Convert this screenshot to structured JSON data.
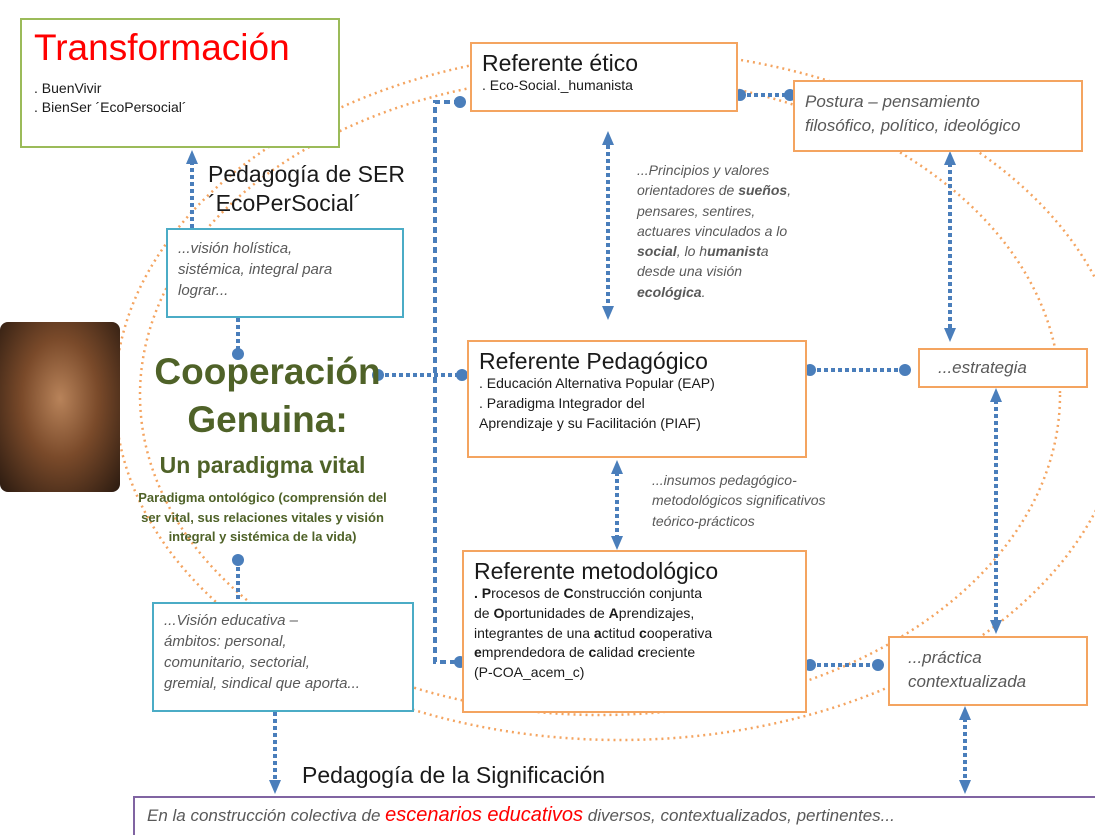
{
  "transformacion": {
    "title": "Transformación",
    "items": [
      ". BuenVivir",
      ". BienSer ´EcoPersocial´"
    ]
  },
  "pedagogia_ser": {
    "line1": "Pedagogía de SER",
    "line2": "´EcoPerSocial´"
  },
  "vision_holistica": {
    "lines": [
      "...visión holística,",
      "sistémica, integral para",
      "lograr..."
    ]
  },
  "cooperacion": {
    "line1": "Cooperación",
    "line2": "Genuina:",
    "subtitle": "Un paradigma vital",
    "desc_lines": [
      "Paradigma ontológico (comprensión del",
      "ser vital, sus relaciones vitales y visión",
      "integral y sistémica de la vida)"
    ]
  },
  "vision_educativa": {
    "lines": [
      "...Visión educativa –",
      "ámbitos: personal,",
      "comunitario, sectorial,",
      "gremial, sindical que aporta..."
    ]
  },
  "referente_etico": {
    "title": "Referente ético",
    "item": ". Eco-Social._humanista"
  },
  "postura": {
    "lines": [
      "Postura – pensamiento",
      "filosófico, político, ideológico"
    ]
  },
  "principios": {
    "l1": "...Principios y valores",
    "l2a": "orientadores de ",
    "l2b": "sueños",
    "l2c": ",",
    "l3": "pensares, sentires,",
    "l4": "actuares vinculados a lo",
    "l5a": "social",
    "l5b": ", lo h",
    "l5c": "umanist",
    "l5d": "a",
    "l6": "desde una visión",
    "l7a": "ecológica",
    "l7b": "."
  },
  "referente_pedagogico": {
    "title": "Referente Pedagógico",
    "items": [
      ". Educación Alternativa Popular (EAP)",
      ". Paradigma Integrador del",
      "Aprendizaje y su Facilitación (PIAF)"
    ]
  },
  "estrategia": {
    "label": "...estrategia"
  },
  "insumos": {
    "lines": [
      "...insumos pedagógico-",
      "metodológicos significativos",
      "teórico-prácticos"
    ]
  },
  "referente_metodologico": {
    "title": "Referente metodológico",
    "l1a": ". P",
    "l1b": "rocesos de ",
    "l1c": "C",
    "l1d": "onstrucción conjunta",
    "l2a": "de ",
    "l2b": "O",
    "l2c": "portunidades de ",
    "l2d": "A",
    "l2e": "prendizajes,",
    "l3a": "integrantes de una ",
    "l3b": "a",
    "l3c": "ctitud ",
    "l3d": "c",
    "l3e": "ooperativa",
    "l4a": "e",
    "l4b": "mprendedora de ",
    "l4c": "c",
    "l4d": "alidad ",
    "l4e": "c",
    "l4f": "reciente",
    "l5": "(P-COA_acem_c)"
  },
  "practica": {
    "lines": [
      "...práctica",
      "contextualizada"
    ]
  },
  "pedagogia_significacion": {
    "label": "Pedagogía de la Significación"
  },
  "bottom": {
    "pre": "En la construcción colectiva de ",
    "highlight": "escenarios educativos",
    "post": " diversos, contextualizados, pertinentes..."
  },
  "colors": {
    "orange": "#f4a460",
    "green": "#9bbb59",
    "teal": "#4bacc6",
    "purple": "#8064a2",
    "blue_connector": "#4a7ebb",
    "dark_green_text": "#4f6228",
    "red_title": "#ff0000"
  }
}
